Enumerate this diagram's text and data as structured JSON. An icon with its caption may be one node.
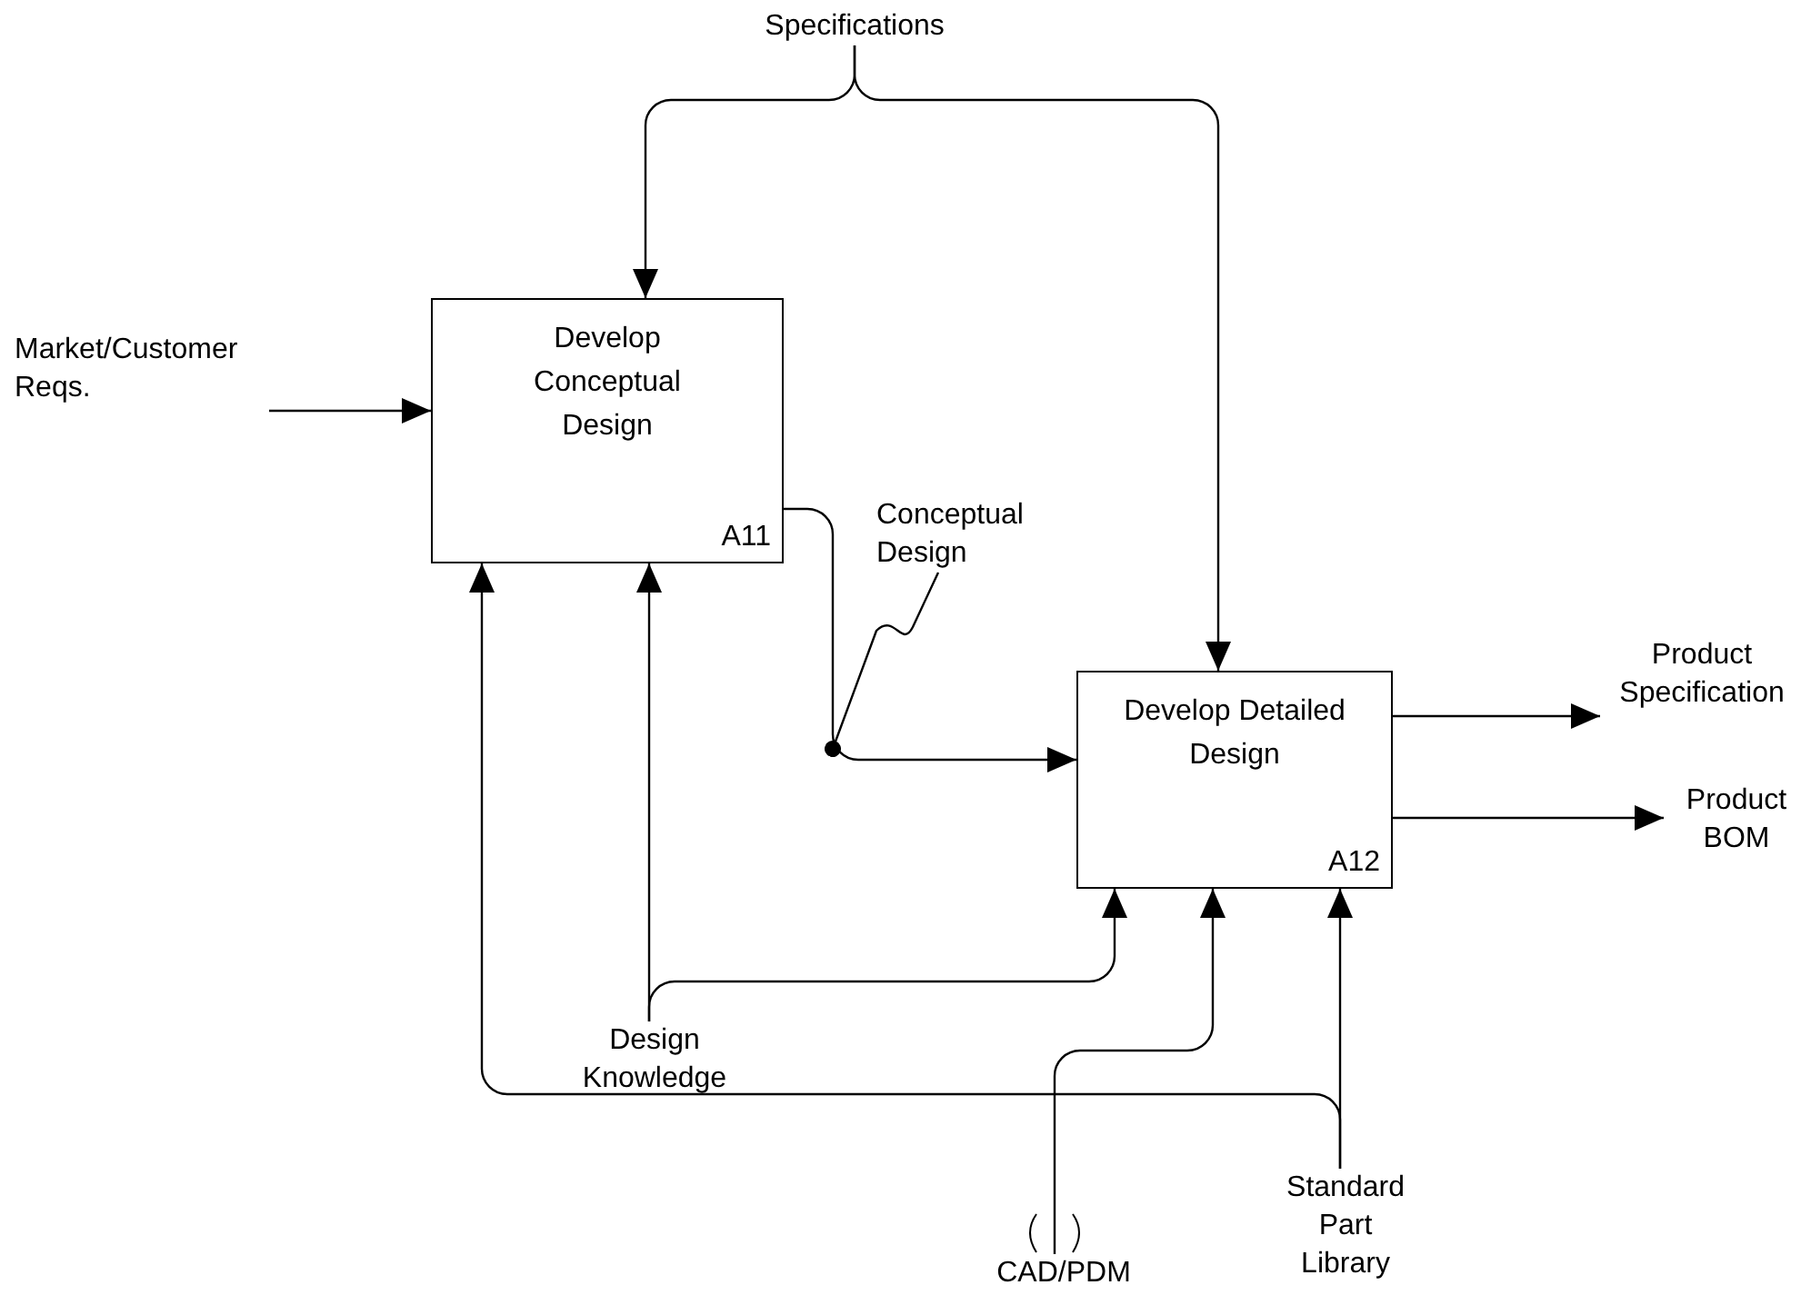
{
  "diagram": {
    "nodes": [
      {
        "text": [
          "Specifications"
        ]
      },
      {
        "text": [
          "Market/Customer Reqs."
        ]
      },
      {
        "text": [
          "Develop Conceptual Design",
          "A11"
        ]
      },
      {
        "text": [
          "Conceptual Design"
        ]
      },
      {
        "text": [
          "Develop Detailed Design",
          "A12"
        ]
      },
      {
        "text": [
          "Product Specification"
        ]
      },
      {
        "text": [
          "Product BOM"
        ]
      },
      {
        "text": [
          "Design Knowledge"
        ]
      },
      {
        "text": [
          "CAD/PDM"
        ]
      },
      {
        "text": [
          "Standard Part Library"
        ]
      }
    ],
    "edges": [
      {
        "from": 0,
        "to": 2,
        "arrow": "to"
      },
      {
        "from": 0,
        "to": 4,
        "arrow": "to"
      },
      {
        "from": 1,
        "to": 2,
        "arrow": "to"
      },
      {
        "from": 2,
        "to": 4,
        "arrow": "to"
      },
      {
        "from": 4,
        "to": 5,
        "arrow": "to"
      },
      {
        "from": 4,
        "to": 6,
        "arrow": "to"
      },
      {
        "from": 7,
        "to": 2,
        "arrow": "to"
      },
      {
        "from": 7,
        "to": 4,
        "arrow": "to"
      },
      {
        "from": 8,
        "to": 4,
        "arrow": "to"
      },
      {
        "from": 9,
        "to": 2,
        "arrow": "to"
      },
      {
        "from": 9,
        "to": 4,
        "arrow": "to"
      },
      {
        "from": 3,
        "to": null,
        "arrow": "other"
      }
    ]
  }
}
